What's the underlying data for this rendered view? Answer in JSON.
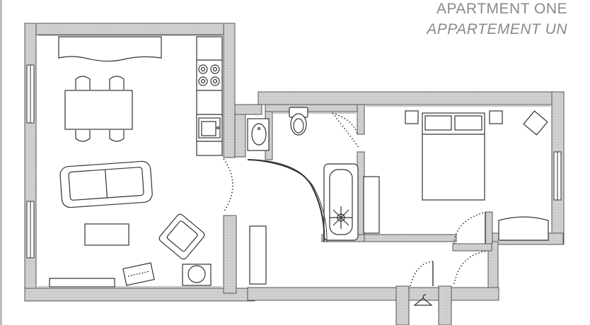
{
  "header": {
    "title_primary": "APARTMENT ONE",
    "title_secondary": "APPARTEMENT UN"
  },
  "colors": {
    "wall_fill": "#cfcfcf",
    "wall_stroke": "#555555",
    "furniture_stroke": "#333333",
    "title_text": "#8a8a8a",
    "background": "#ffffff"
  },
  "rooms": [
    "living-room",
    "kitchen",
    "hallway",
    "bathroom",
    "bedroom",
    "closet",
    "entry"
  ],
  "icons": [
    "stove-icon",
    "sink-icon",
    "toilet-icon",
    "bathtub-icon",
    "shower-drain-icon",
    "coat-hanger-icon",
    "bed-icon",
    "sofa-icon",
    "armchair-icon",
    "dining-table-icon"
  ]
}
